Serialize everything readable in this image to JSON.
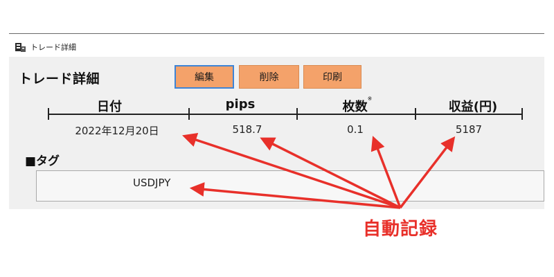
{
  "window": {
    "title": "トレード詳細",
    "icon": "trade-detail-app-icon"
  },
  "panel": {
    "heading": "トレード詳細",
    "buttons": {
      "edit": "編集",
      "delete": "削除",
      "print": "印刷"
    },
    "columns": {
      "date": {
        "label": "日付",
        "value": "2022年12月20日"
      },
      "pips": {
        "label": "pips",
        "value": "518.7"
      },
      "lots": {
        "label": "枚数",
        "mark": "※",
        "value": "0.1"
      },
      "profit": {
        "label": "収益(円)",
        "value": "5187"
      }
    },
    "tag": {
      "label": "■タグ",
      "value": "USDJPY"
    }
  },
  "annotation": {
    "label": "自動記録",
    "color": "#e8302a"
  },
  "colors": {
    "button": "#f4a26a",
    "button_focus_border": "#3d84d6",
    "panel": "#f0f0f0"
  }
}
